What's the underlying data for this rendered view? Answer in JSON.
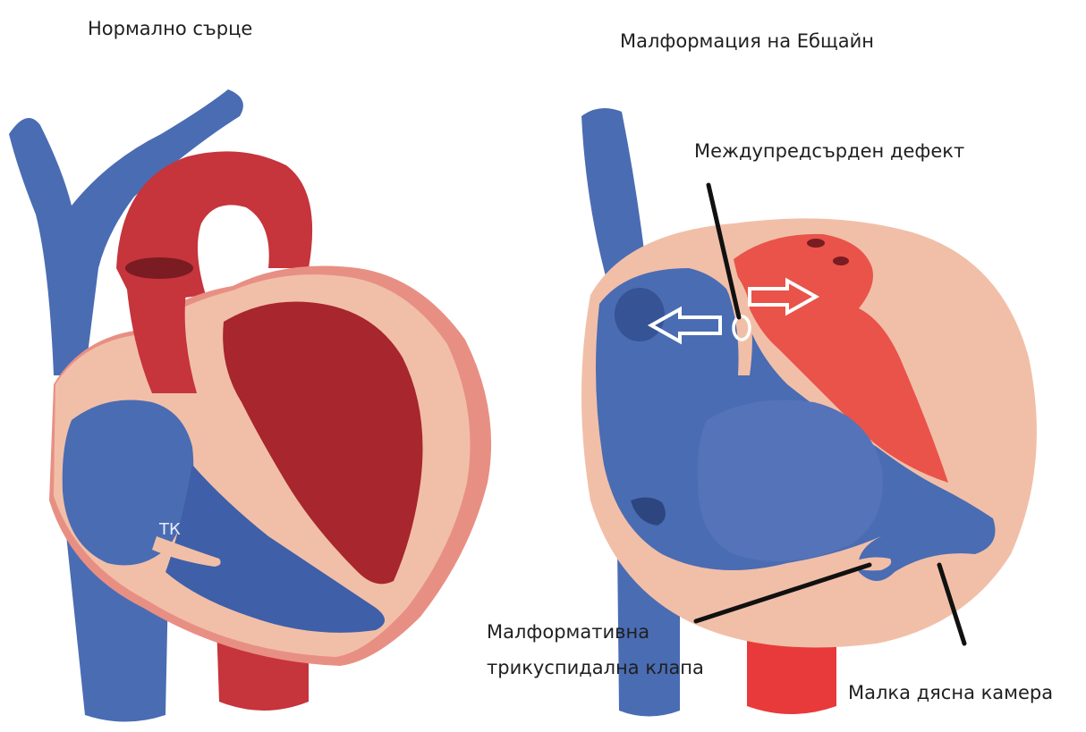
{
  "titles": {
    "normal_heart": "Нормално сърце",
    "ebstein": "Малформация на Ебщайн"
  },
  "labels": {
    "tk": "ТК",
    "asd": "Междупредсърден дефект",
    "valve_line1": "Малформативна",
    "valve_line2": "трикуспидална клапа",
    "small_rv": "Малка дясна камера"
  },
  "colors": {
    "venous_blue": "#4a6cb3",
    "dark_blue": "#3f5fa8",
    "arterial_red": "#c6343c",
    "dark_red": "#a8262d",
    "bright_red": "#e9534a",
    "muscle_pink": "#f1bfa8",
    "pericardium": "#e88f84",
    "annotation_line": "#111111"
  }
}
